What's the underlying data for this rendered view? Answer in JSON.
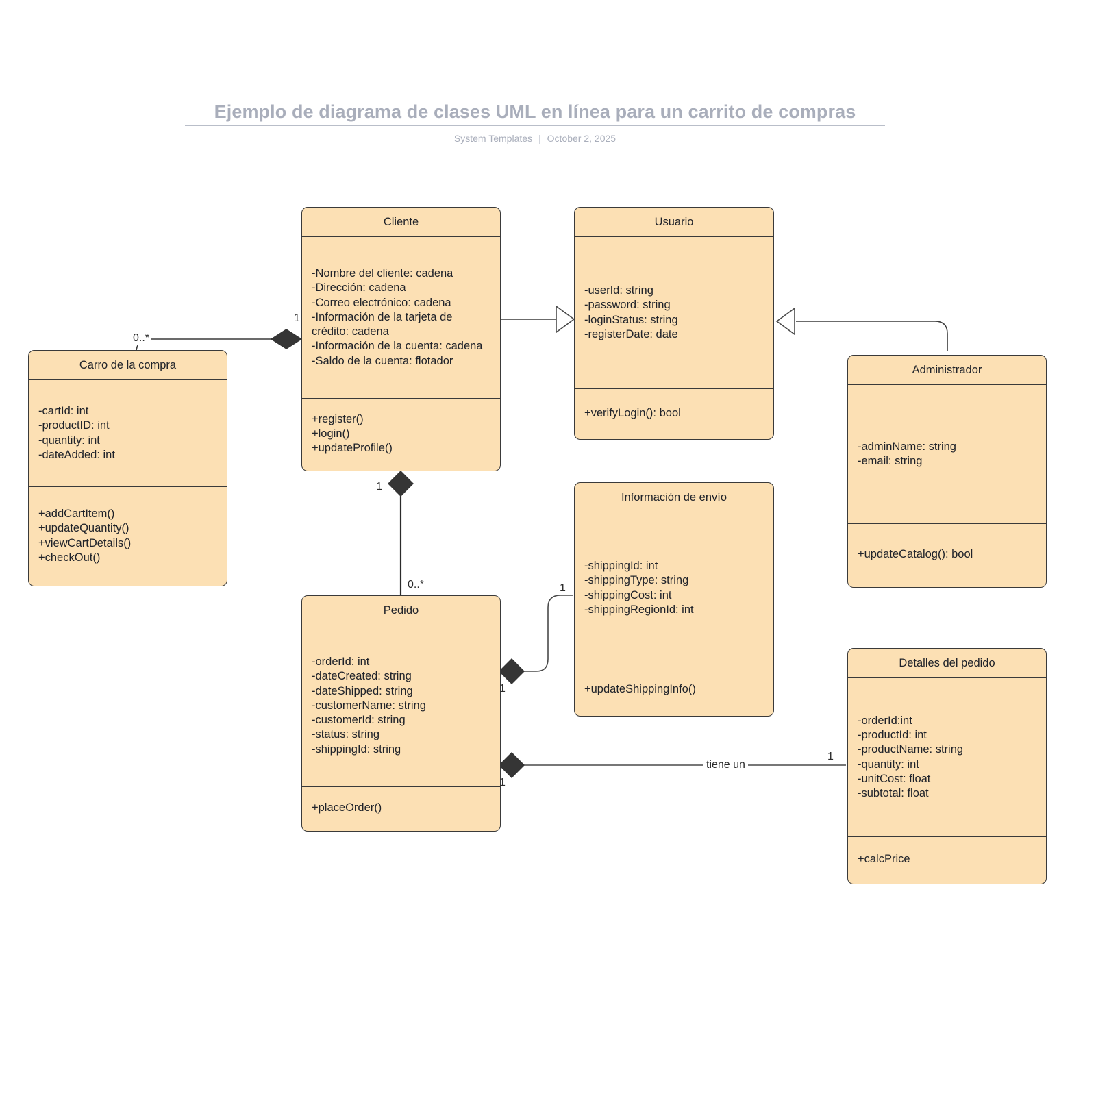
{
  "header": {
    "title": "Ejemplo de diagrama de clases UML en línea para un carrito de compras",
    "source": "System Templates",
    "separator": "|",
    "date": "October 2, 2025"
  },
  "theme": {
    "class_fill": "#fce0b4",
    "class_stroke": "#3a3a3a",
    "title_color": "#a9aebb",
    "connector_color": "#3a3a3a",
    "page_background": "#ffffff"
  },
  "chart_data": {
    "type": "diagram",
    "diagram_kind": "uml-class-diagram",
    "title": "Ejemplo de diagrama de clases UML en línea para un carrito de compras",
    "classes": [
      {
        "id": "cliente",
        "name": "Cliente",
        "attributes": [
          "-Nombre del cliente: cadena",
          "-Dirección: cadena",
          "-Correo electrónico: cadena",
          "-Información de la tarjeta de crédito: cadena",
          "-Información de la cuenta: cadena",
          "-Saldo de la cuenta: flotador"
        ],
        "methods": [
          "+register()",
          "+login()",
          "+updateProfile()"
        ]
      },
      {
        "id": "usuario",
        "name": "Usuario",
        "attributes": [
          "-userId: string",
          "-password: string",
          "-loginStatus: string",
          "-registerDate: date"
        ],
        "methods": [
          "+verifyLogin(): bool"
        ]
      },
      {
        "id": "carro",
        "name": "Carro de la compra",
        "attributes": [
          "-cartId: int",
          "-productID: int",
          "-quantity: int",
          "-dateAdded: int"
        ],
        "methods": [
          "+addCartItem()",
          "+updateQuantity()",
          "+viewCartDetails()",
          "+checkOut()"
        ]
      },
      {
        "id": "administrador",
        "name": "Administrador",
        "attributes": [
          "-adminName: string",
          "-email: string"
        ],
        "methods": [
          "+updateCatalog(): bool"
        ]
      },
      {
        "id": "envio",
        "name": "Información de envío",
        "attributes": [
          "-shippingId: int",
          "-shippingType: string",
          "-shippingCost: int",
          "-shippingRegionId: int"
        ],
        "methods": [
          "+updateShippingInfo()"
        ]
      },
      {
        "id": "pedido",
        "name": "Pedido",
        "attributes": [
          "-orderId: int",
          "-dateCreated: string",
          "-dateShipped: string",
          "-customerName: string",
          "-customerId: string",
          "-status: string",
          "-shippingId: string"
        ],
        "methods": [
          "+placeOrder()"
        ]
      },
      {
        "id": "detalles",
        "name": "Detalles del pedido",
        "attributes": [
          "-orderId:int",
          "-productId: int",
          "-productName: string",
          "-quantity: int",
          "-unitCost: float",
          "-subtotal: float"
        ],
        "methods": [
          "+calcPrice"
        ]
      }
    ],
    "relationships": [
      {
        "from": "cliente",
        "to": "carro",
        "type": "composition",
        "source_multiplicity": "1",
        "target_multiplicity": "0..*",
        "label": ""
      },
      {
        "from": "cliente",
        "to": "usuario",
        "type": "generalization",
        "source_multiplicity": "",
        "target_multiplicity": "",
        "label": ""
      },
      {
        "from": "administrador",
        "to": "usuario",
        "type": "generalization",
        "source_multiplicity": "",
        "target_multiplicity": "",
        "label": ""
      },
      {
        "from": "cliente",
        "to": "pedido",
        "type": "composition",
        "source_multiplicity": "1",
        "target_multiplicity": "0..*",
        "label": ""
      },
      {
        "from": "pedido",
        "to": "envio",
        "type": "composition",
        "source_multiplicity": "1",
        "target_multiplicity": "1",
        "label": ""
      },
      {
        "from": "pedido",
        "to": "detalles",
        "type": "composition",
        "source_multiplicity": "1",
        "target_multiplicity": "1",
        "label": "tiene un"
      }
    ]
  },
  "multiplicities": {
    "cliente_carro_src": "1",
    "cliente_carro_tgt": "0..*",
    "cliente_pedido_src": "1",
    "cliente_pedido_tgt": "0..*",
    "pedido_envio_src": "1",
    "pedido_envio_tgt": "1",
    "pedido_detalles_src": "1",
    "pedido_detalles_tgt": "1"
  },
  "edge_labels": {
    "pedido_detalles": "tiene un"
  }
}
